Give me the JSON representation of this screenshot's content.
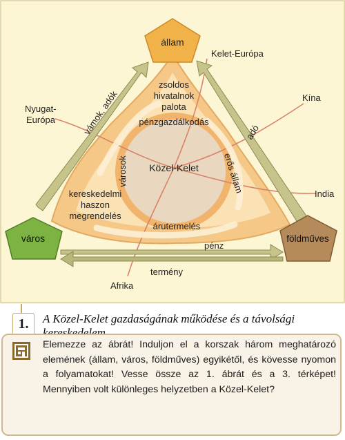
{
  "diagram": {
    "nodes": {
      "allam": "állam",
      "varos": "város",
      "foldmuves": "földműves",
      "center": "Közel-Kelet"
    },
    "regions": {
      "kelet_europa": "Kelet-Európa",
      "kina": "Kína",
      "nyugat_europa_line1": "Nyugat-",
      "nyugat_europa_line2": "Európa",
      "india": "India",
      "afrika": "Afrika"
    },
    "arrows": {
      "vamok_adok": "vámok, adók",
      "ado": "adó",
      "penz": "pénz",
      "termeny": "termény"
    },
    "inner_labels": {
      "zsoldos": "zsoldos",
      "hivatalnok": "hivatalnok",
      "palota": "palota",
      "penzgazdalkodas": "pénzgazdálkodás",
      "varosok": "városok",
      "eros_allam": "erős állam",
      "kereskedelmi": "kereskedelmi",
      "haszon": "haszon",
      "megrendeles": "megrendelés",
      "arutermeles": "árutermelés"
    },
    "colors": {
      "allam": "#f2b24a",
      "varos": "#7cb342",
      "foldmuves": "#b58b5c",
      "ring": "#f5c887",
      "center": "#e9d8bf",
      "background": "#fdf6d4",
      "route_lines": "#d9826a"
    }
  },
  "figure": {
    "number": "1.",
    "caption": "A Közel-Kelet gazdaságának működése és a távolsági kereskedelem"
  },
  "task": {
    "icon": "task-icon",
    "text": "Elemezze az ábrát! Induljon el a korszak három meghatározó elemének (állam, város, földműves) egyikétől, és kövesse nyomon a folyamatokat! Vesse össze az 1. ábrát és a 3. térképet! Mennyiben volt különleges helyzetben a Közel-Kelet?"
  }
}
